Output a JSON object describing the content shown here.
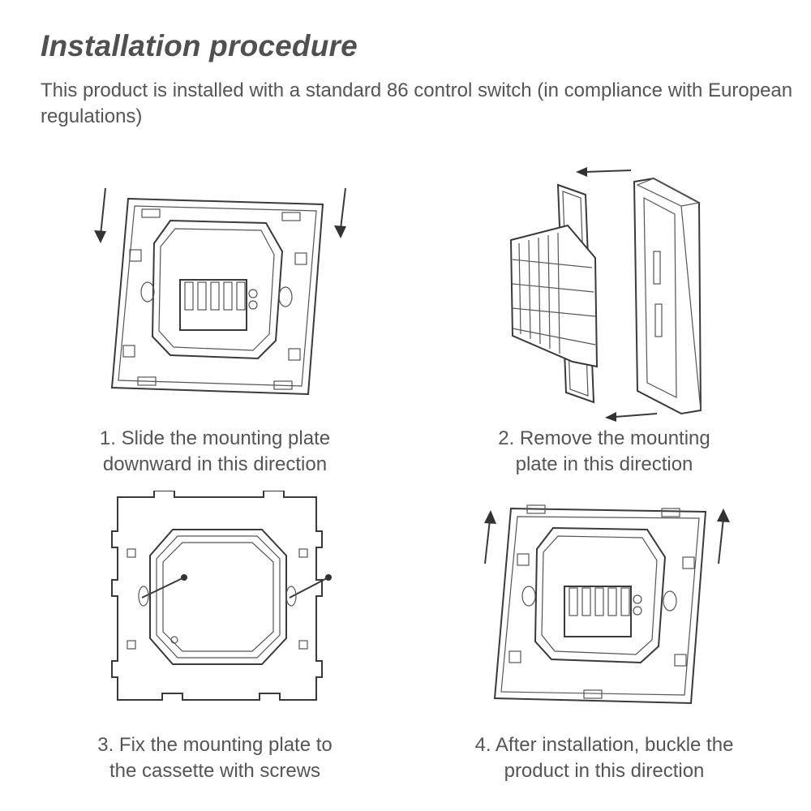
{
  "page": {
    "title": "Installation procedure",
    "intro": "This product is installed with a standard 86 control switch (in compliance with European regulations)"
  },
  "steps": [
    {
      "line1": "1. Slide the mounting plate",
      "line2": "downward in this direction",
      "arrow": "down"
    },
    {
      "line1": "2. Remove the mounting",
      "line2": "plate in this direction",
      "arrow": "left"
    },
    {
      "line1": "3. Fix the mounting plate to",
      "line2": "the cassette with screws",
      "arrow": "none"
    },
    {
      "line1": "4. After installation, buckle the",
      "line2": "product in this direction",
      "arrow": "up"
    }
  ],
  "colors": {
    "text": "#555555",
    "title": "#505050",
    "line": "#3a3a3a"
  }
}
